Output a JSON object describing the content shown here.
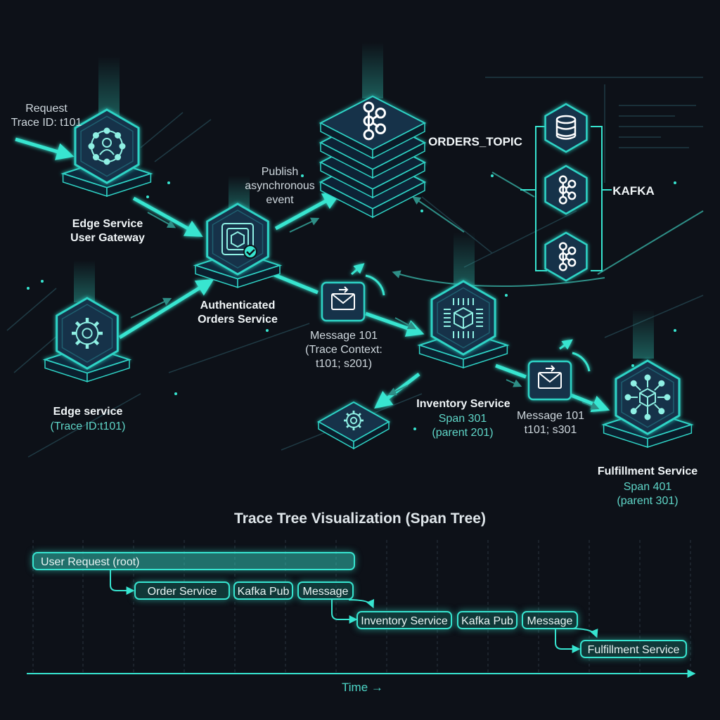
{
  "labels": {
    "request": [
      "Request",
      "Trace ID: t101"
    ],
    "edge_gateway": [
      "Edge Service",
      "User Gateway"
    ],
    "authenticated_orders": [
      "Authenticated",
      "Orders Service"
    ],
    "publish": [
      "Publish",
      "asynchronous",
      "event"
    ],
    "orders_topic": "ORDERS_TOPIC",
    "kafka": "KAFKA",
    "edge_service": "Edge service",
    "edge_service_trace": "(Trace ID:t101)",
    "message1": [
      "Message 101",
      "(Trace Context:",
      "t101; s201)"
    ],
    "inventory_title": "Inventory Service",
    "inventory_sub": [
      "Span 301",
      "(parent 201)"
    ],
    "message2": [
      "Message 101",
      "t101; s301"
    ],
    "fulfillment_title": "Fulfillment Service",
    "fulfillment_sub": [
      "Span 401",
      "(parent 301)"
    ]
  },
  "trace_tree": {
    "title": "Trace Tree Visualization (Span Tree)",
    "time_label": "Time →",
    "spans": [
      "User Request (root)",
      "Order Service",
      "Kafka Pub",
      "Message",
      "Inventory Service",
      "Kafka Pub",
      "Message",
      "Fulfillment Service"
    ]
  },
  "colors": {
    "accent": "#37e5d0",
    "node_fill": "#12304a",
    "node_stroke": "#2fd4c6",
    "background": "#0d1118"
  },
  "icons": {
    "edge_gateway": "user-network-icon",
    "orders_service": "cube-check-icon",
    "topic": "kafka-icon",
    "edge_service": "gear-icon",
    "inventory": "chip-cube-icon",
    "fulfillment": "network-cube-icon",
    "worker": "gear-icon",
    "kafka_db": "database-icon",
    "message": "envelope-icon"
  }
}
